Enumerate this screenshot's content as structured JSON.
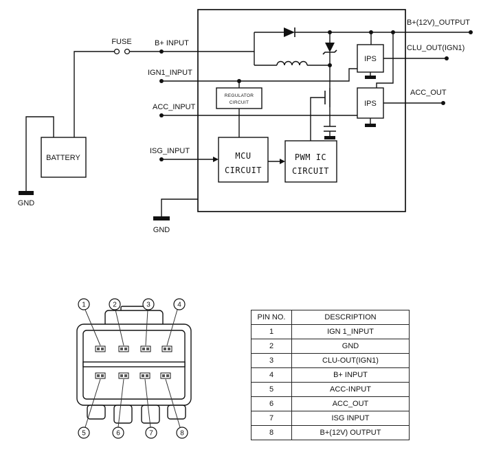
{
  "schematic": {
    "battery": "BATTERY",
    "fuse": "FUSE",
    "gnd_battery": "GND",
    "gnd_unit": "GND",
    "inputs": {
      "b_plus": "B+ INPUT",
      "ign1": "IGN1_INPUT",
      "acc": "ACC_INPUT",
      "isg": "ISG_INPUT"
    },
    "outputs": {
      "b12v": "B+(12V)_OUTPUT",
      "clu": "CLU_OUT(IGN1)",
      "acc": "ACC_OUT"
    },
    "blocks": {
      "regulator_l1": "REGULATOR",
      "regulator_l2": "CIRCUIT",
      "mcu_l1": "MCU",
      "mcu_l2": "CIRCUIT",
      "pwm_l1": "PWM IC",
      "pwm_l2": "CIRCUIT",
      "ips_top": "IPS",
      "ips_bottom": "IPS"
    }
  },
  "connector": {
    "pins_top": [
      "1",
      "2",
      "3",
      "4"
    ],
    "pins_bottom": [
      "5",
      "6",
      "7",
      "8"
    ]
  },
  "pin_table": {
    "header_pin": "PIN NO.",
    "header_desc": "DESCRIPTION",
    "rows": [
      {
        "pin": "1",
        "desc": "IGN 1_INPUT"
      },
      {
        "pin": "2",
        "desc": "GND"
      },
      {
        "pin": "3",
        "desc": "CLU-OUT(IGN1)"
      },
      {
        "pin": "4",
        "desc": "B+ INPUT"
      },
      {
        "pin": "5",
        "desc": "ACC-INPUT"
      },
      {
        "pin": "6",
        "desc": "ACC_OUT"
      },
      {
        "pin": "7",
        "desc": "ISG INPUT"
      },
      {
        "pin": "8",
        "desc": "B+(12V) OUTPUT"
      }
    ]
  }
}
